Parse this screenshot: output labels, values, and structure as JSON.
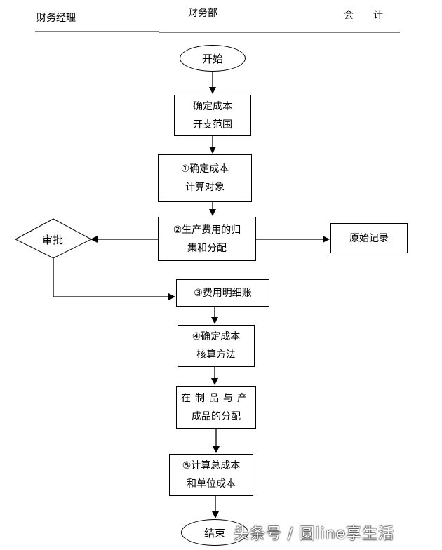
{
  "header": {
    "left": "财务经理",
    "center": "财务部",
    "right": "会　　计"
  },
  "flow": {
    "start": "开始",
    "step1": [
      "确定成本",
      "开支范围"
    ],
    "step2": [
      "①确定成本",
      "计算对象"
    ],
    "step3": [
      "②生产费用的归",
      "集和分配"
    ],
    "approve": "审批",
    "original_records": "原始记录",
    "step4": "③费用明细账",
    "step5": [
      "④确定成本",
      "核算方法"
    ],
    "step6": [
      "在制品与产",
      "成品的分配"
    ],
    "step7": [
      "⑤计算总成本",
      "和单位成本"
    ],
    "end": "结束"
  },
  "watermark": "头条号 / 圆line享生活",
  "colors": {
    "line": "#000000",
    "background": "#ffffff"
  }
}
